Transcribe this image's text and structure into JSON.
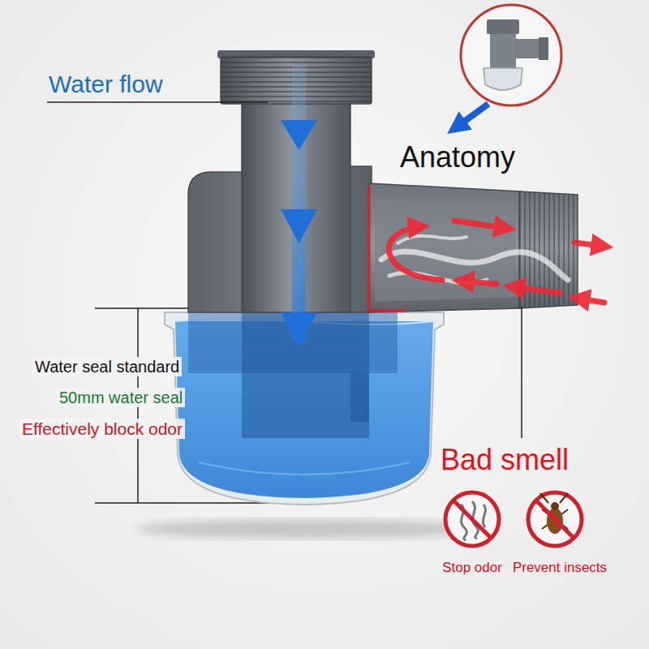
{
  "diagram": {
    "labels": [
      "Water flow",
      "Anatomy",
      "Water seal standard",
      "50mm water seal",
      "Effectively block odor",
      "Bad smell",
      "Stop odor",
      "Prevent insects"
    ]
  }
}
